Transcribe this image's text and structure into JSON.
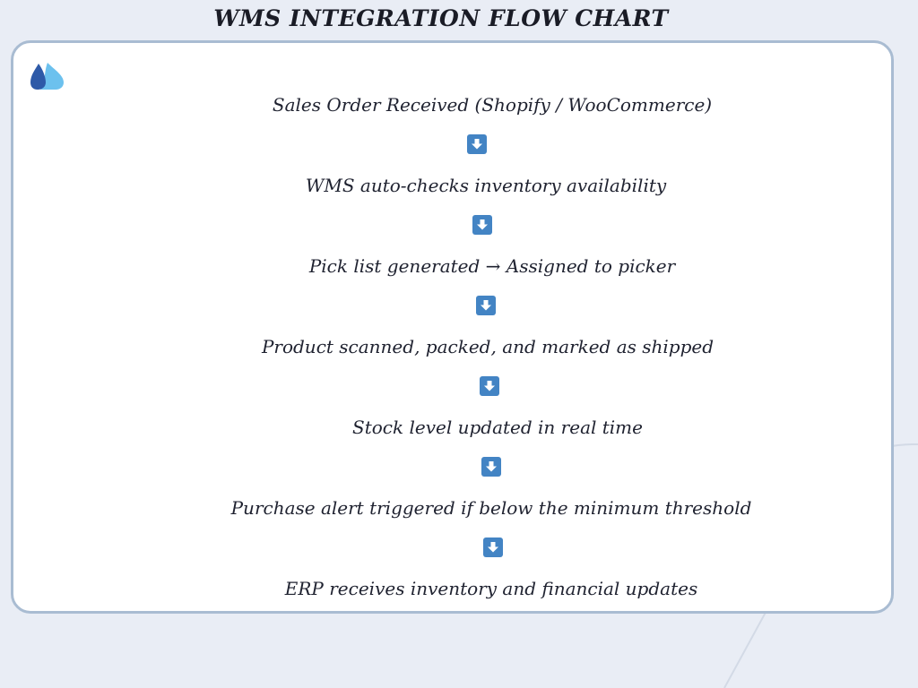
{
  "title": "WMS INTEGRATION FLOW CHART",
  "colors": {
    "background": "#e9edf5",
    "card_border": "#a9bcd2",
    "arrow": "#4384c4",
    "logo_dark": "#2e5aa8",
    "logo_light": "#6cc1ee"
  },
  "logo": {
    "icon": "brand-logo-icon"
  },
  "steps": [
    {
      "label": "Sales Order Received (Shopify / WooCommerce)"
    },
    {
      "label": "WMS auto-checks inventory availability"
    },
    {
      "label": "Pick list generated → Assigned to picker"
    },
    {
      "label": "Product scanned, packed, and marked as shipped"
    },
    {
      "label": "Stock level updated in real time"
    },
    {
      "label": "Purchase alert triggered if below the minimum threshold"
    },
    {
      "label": "ERP receives inventory and financial updates"
    }
  ],
  "arrows": [
    {
      "icon": "arrow-down-icon"
    },
    {
      "icon": "arrow-down-icon"
    },
    {
      "icon": "arrow-down-icon"
    },
    {
      "icon": "arrow-down-icon"
    },
    {
      "icon": "arrow-down-icon"
    },
    {
      "icon": "arrow-down-icon"
    }
  ]
}
